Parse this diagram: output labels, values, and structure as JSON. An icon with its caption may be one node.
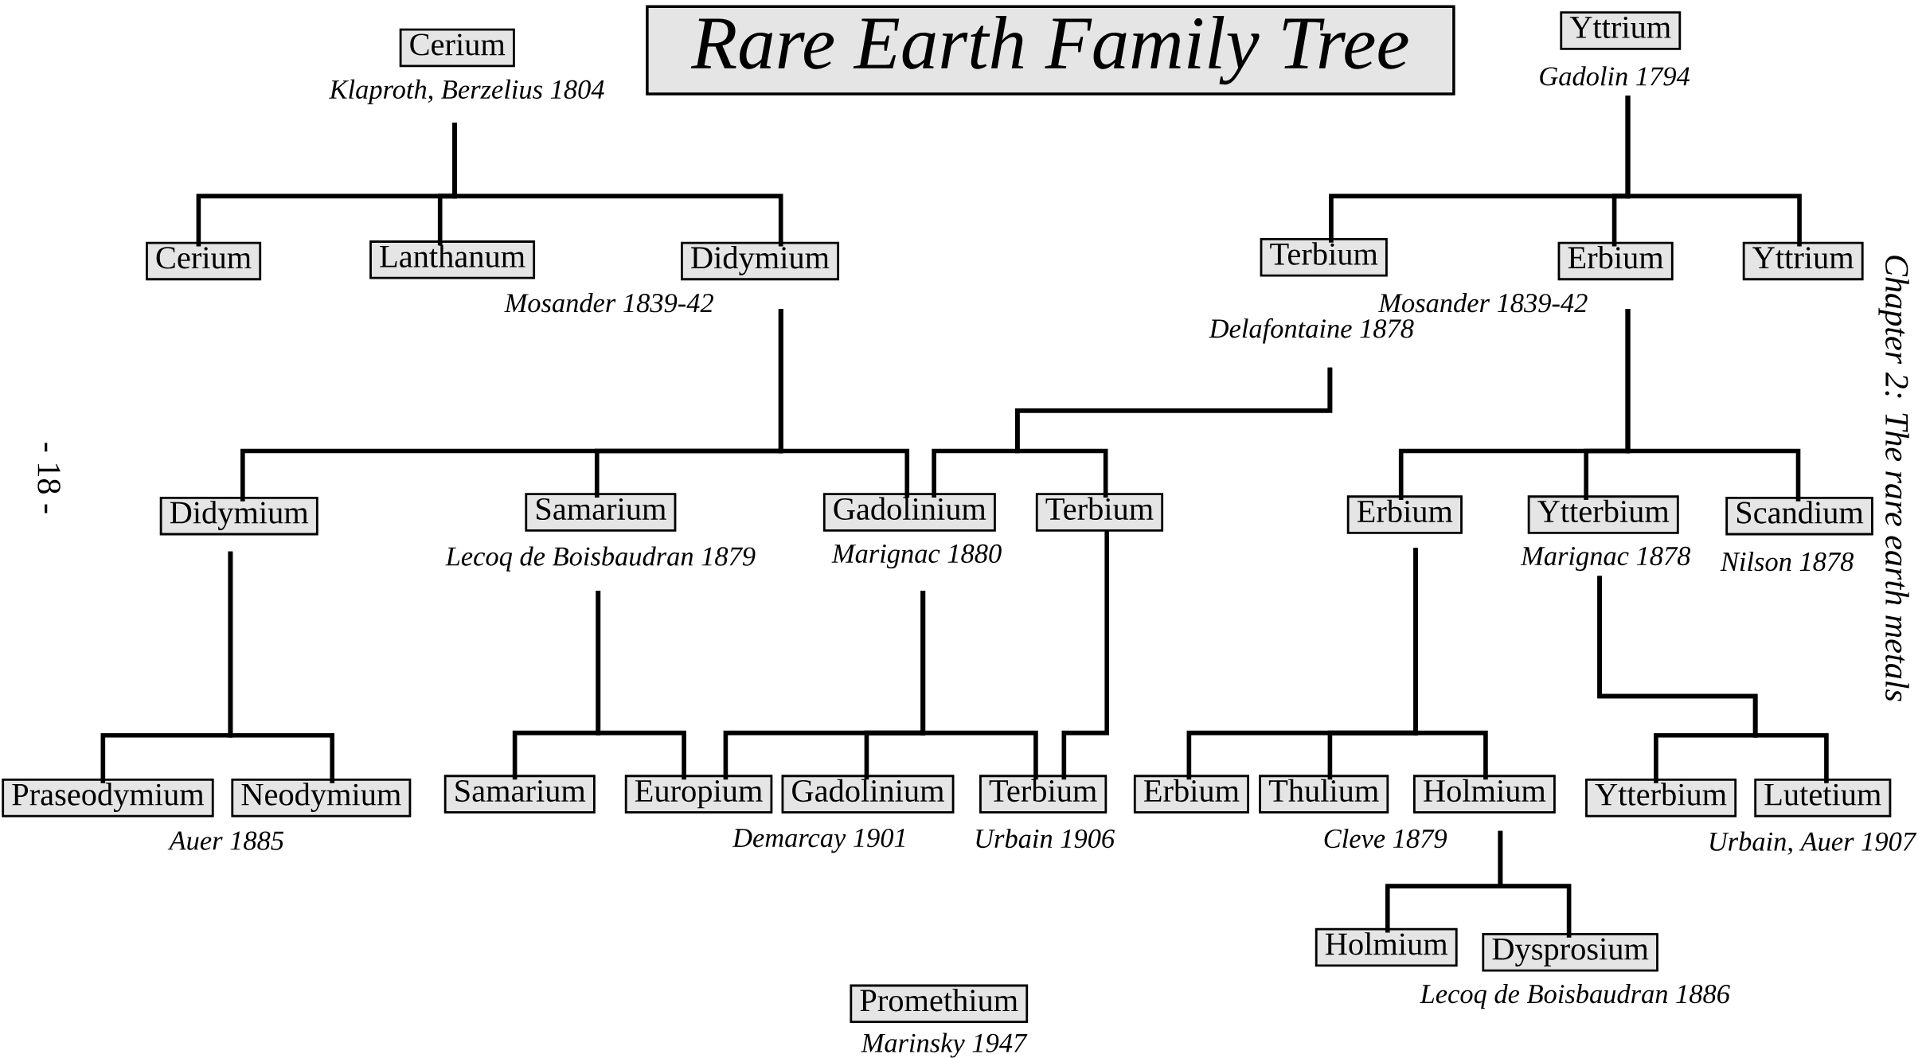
{
  "diagram": {
    "title": "Rare Earth Family Tree",
    "nodes": [
      {
        "text": [
          "Cerium"
        ],
        "beside": [
          "Klaproth, Berzelius 1804"
        ]
      },
      {
        "text": [
          "Yttrium"
        ],
        "beside": [
          "Gadolin 1794"
        ]
      },
      {
        "text": [
          "Cerium"
        ]
      },
      {
        "text": [
          "Lanthanum"
        ]
      },
      {
        "text": [
          "Didymium"
        ],
        "beside": [
          "Mosander 1839-42"
        ]
      },
      {
        "text": [
          "Terbium"
        ],
        "beside": [
          "Delafontaine 1878"
        ]
      },
      {
        "text": [
          "Erbium"
        ],
        "beside": [
          "Mosander 1839-42"
        ]
      },
      {
        "text": [
          "Yttrium"
        ]
      },
      {
        "text": [
          "Didymium"
        ]
      },
      {
        "text": [
          "Samarium"
        ],
        "beside": [
          "Lecoq de Boisbaudran 1879"
        ]
      },
      {
        "text": [
          "Gadolinium"
        ],
        "beside": [
          "Marignac 1880"
        ]
      },
      {
        "text": [
          "Terbium"
        ]
      },
      {
        "text": [
          "Erbium"
        ]
      },
      {
        "text": [
          "Ytterbium"
        ],
        "beside": [
          "Marignac 1878"
        ]
      },
      {
        "text": [
          "Scandium"
        ],
        "beside": [
          "Nilson 1878"
        ]
      },
      {
        "text": [
          "Praseodymium"
        ],
        "beside": [
          "Auer 1885"
        ]
      },
      {
        "text": [
          "Neodymium"
        ]
      },
      {
        "text": [
          "Samarium"
        ]
      },
      {
        "text": [
          "Europium"
        ],
        "beside": [
          "Demarcay 1901"
        ]
      },
      {
        "text": [
          "Gadolinium"
        ]
      },
      {
        "text": [
          "Terbium"
        ],
        "beside": [
          "Urbain 1906"
        ]
      },
      {
        "text": [
          "Erbium"
        ]
      },
      {
        "text": [
          "Thulium"
        ],
        "beside": [
          "Cleve 1879"
        ]
      },
      {
        "text": [
          "Holmium"
        ]
      },
      {
        "text": [
          "Ytterbium"
        ]
      },
      {
        "text": [
          "Lutetium"
        ],
        "beside": [
          "Urbain, Auer 1907"
        ]
      },
      {
        "text": [
          "Holmium"
        ]
      },
      {
        "text": [
          "Dysprosium"
        ],
        "beside": [
          "Lecoq de Boisbaudran 1886"
        ]
      },
      {
        "text": [
          "Promethium"
        ],
        "beside": [
          "Marinsky 1947"
        ]
      }
    ],
    "edges": [
      {
        "from": 0,
        "to": 2,
        "arrow": "none"
      },
      {
        "from": 0,
        "to": 3,
        "arrow": "none"
      },
      {
        "from": 0,
        "to": 4,
        "arrow": "none"
      },
      {
        "from": 1,
        "to": 5,
        "arrow": "none"
      },
      {
        "from": 1,
        "to": 6,
        "arrow": "none"
      },
      {
        "from": 1,
        "to": 7,
        "arrow": "none"
      },
      {
        "from": 4,
        "to": 8,
        "arrow": "none"
      },
      {
        "from": 4,
        "to": 9,
        "arrow": "none"
      },
      {
        "from": 4,
        "to": 10,
        "arrow": "none"
      },
      {
        "from": 5,
        "to": 10,
        "arrow": "none"
      },
      {
        "from": 5,
        "to": 11,
        "arrow": "none"
      },
      {
        "from": 6,
        "to": 12,
        "arrow": "none"
      },
      {
        "from": 6,
        "to": 13,
        "arrow": "none"
      },
      {
        "from": 6,
        "to": 14,
        "arrow": "none"
      },
      {
        "from": 8,
        "to": 15,
        "arrow": "none"
      },
      {
        "from": 8,
        "to": 16,
        "arrow": "none"
      },
      {
        "from": 9,
        "to": 17,
        "arrow": "none"
      },
      {
        "from": 9,
        "to": 18,
        "arrow": "none"
      },
      {
        "from": 10,
        "to": 18,
        "arrow": "none"
      },
      {
        "from": 10,
        "to": 19,
        "arrow": "none"
      },
      {
        "from": 10,
        "to": 20,
        "arrow": "none"
      },
      {
        "from": 11,
        "to": 20,
        "arrow": "none"
      },
      {
        "from": 12,
        "to": 21,
        "arrow": "none"
      },
      {
        "from": 12,
        "to": 22,
        "arrow": "none"
      },
      {
        "from": 12,
        "to": 23,
        "arrow": "none"
      },
      {
        "from": 13,
        "to": 24,
        "arrow": "none"
      },
      {
        "from": 13,
        "to": 25,
        "arrow": "none"
      },
      {
        "from": 23,
        "to": 26,
        "arrow": "none"
      },
      {
        "from": 23,
        "to": 27,
        "arrow": "none"
      }
    ],
    "labels": [
      "- 18 -",
      "Chapter 2: The rare earth metals"
    ]
  }
}
